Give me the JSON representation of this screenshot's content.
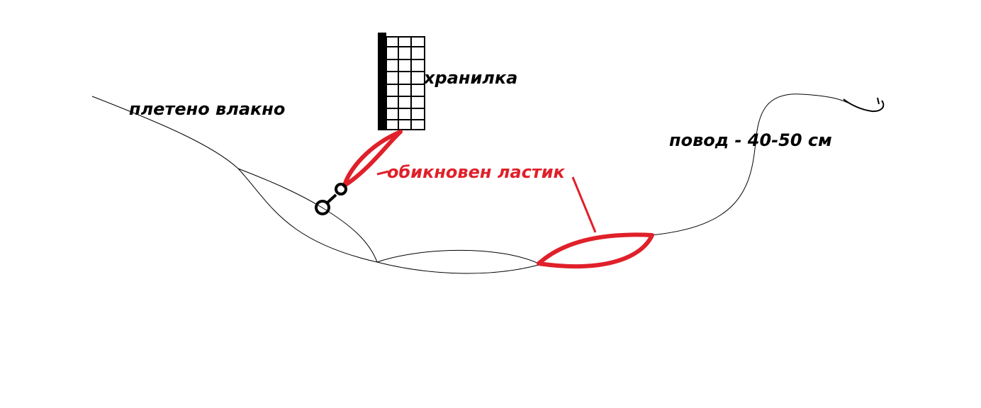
{
  "labels": {
    "braided_line": "плетено влакно",
    "feeder": "хранилка",
    "rubber_band": "обикновен ластик",
    "leader": "повод - 40-50 см"
  },
  "colors": {
    "line": "#000000",
    "rubber": "#e0202a",
    "background": "#ffffff"
  },
  "icons": {
    "feeder": "feeder-cage-icon",
    "swivel": "swivel-icon",
    "hook": "hook-icon"
  }
}
